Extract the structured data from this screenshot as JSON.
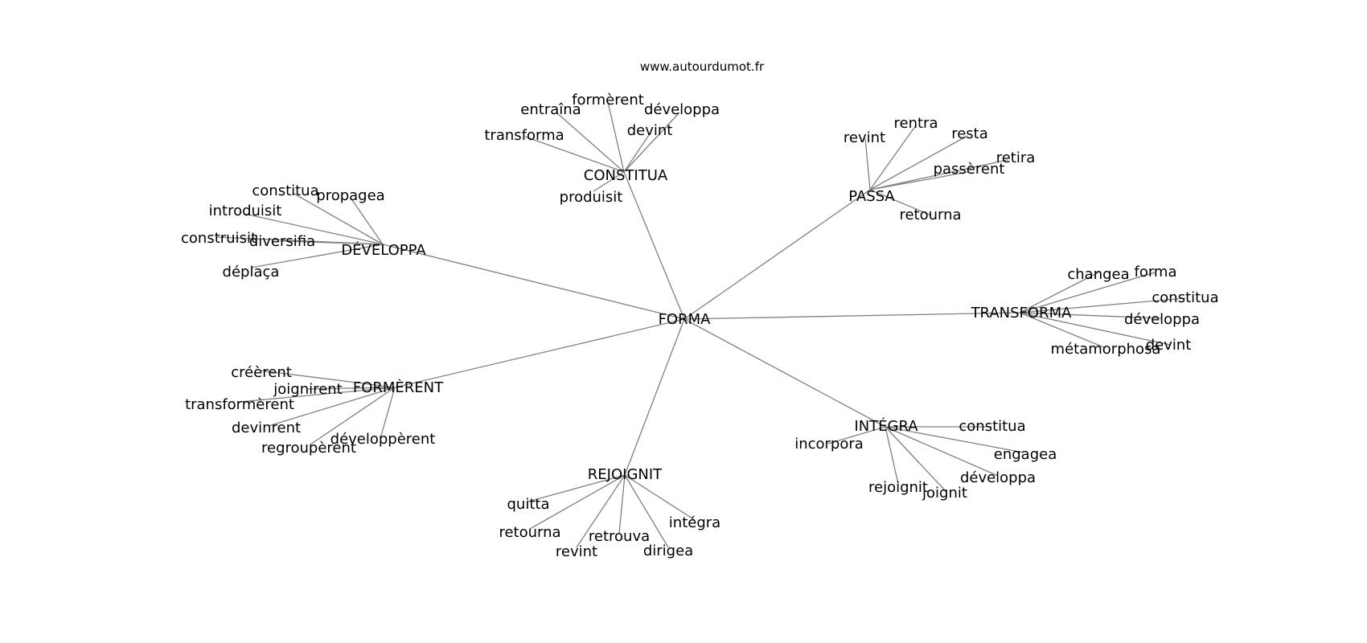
{
  "watermark": "www.autourdumot.fr",
  "center": {
    "id": "forma",
    "label": "FORMA"
  },
  "clusters": [
    {
      "id": "constitua",
      "label": "CONSTITUA",
      "leaves": [
        {
          "id": "formerent",
          "label": "formèrent"
        },
        {
          "id": "entraina",
          "label": "entraîna"
        },
        {
          "id": "developpa",
          "label": "développa"
        },
        {
          "id": "devint",
          "label": "devint"
        },
        {
          "id": "transforma",
          "label": "transforma"
        },
        {
          "id": "produisit",
          "label": "produisit"
        }
      ]
    },
    {
      "id": "passa",
      "label": "PASSA",
      "leaves": [
        {
          "id": "revint",
          "label": "revint"
        },
        {
          "id": "rentra",
          "label": "rentra"
        },
        {
          "id": "resta",
          "label": "resta"
        },
        {
          "id": "retira",
          "label": "retira"
        },
        {
          "id": "passerent",
          "label": "passèrent"
        },
        {
          "id": "retourna",
          "label": "retourna"
        }
      ]
    },
    {
      "id": "developpa",
      "label": "DÉVELOPPA",
      "leaves": [
        {
          "id": "constitua",
          "label": "constitua"
        },
        {
          "id": "propagea",
          "label": "propagea"
        },
        {
          "id": "introduisit",
          "label": "introduisit"
        },
        {
          "id": "construisit",
          "label": "construisit"
        },
        {
          "id": "diversifia",
          "label": "diversifia"
        },
        {
          "id": "deplaca",
          "label": "déplaça"
        }
      ]
    },
    {
      "id": "transforma",
      "label": "TRANSFORMA",
      "leaves": [
        {
          "id": "changea",
          "label": "changea"
        },
        {
          "id": "forma",
          "label": "forma"
        },
        {
          "id": "constitua",
          "label": "constitua"
        },
        {
          "id": "developpa",
          "label": "développa"
        },
        {
          "id": "devint",
          "label": "devint"
        },
        {
          "id": "metamorphosa",
          "label": "métamorphosa"
        }
      ]
    },
    {
      "id": "formerent",
      "label": "FORMÈRENT",
      "leaves": [
        {
          "id": "creerent",
          "label": "créèrent"
        },
        {
          "id": "joignirent",
          "label": "joignirent"
        },
        {
          "id": "transformerent",
          "label": "transformèrent"
        },
        {
          "id": "devinrent",
          "label": "devinrent"
        },
        {
          "id": "developperent",
          "label": "développèrent"
        },
        {
          "id": "regrouperent",
          "label": "regroupèrent"
        }
      ]
    },
    {
      "id": "integra",
      "label": "INTÉGRA",
      "leaves": [
        {
          "id": "constitua",
          "label": "constitua"
        },
        {
          "id": "incorpora",
          "label": "incorpora"
        },
        {
          "id": "engagea",
          "label": "engagea"
        },
        {
          "id": "developpa",
          "label": "développa"
        },
        {
          "id": "rejoignit",
          "label": "rejoignit"
        },
        {
          "id": "joignit",
          "label": "joignit"
        }
      ]
    },
    {
      "id": "rejoignit",
      "label": "REJOIGNIT",
      "leaves": [
        {
          "id": "quitta",
          "label": "quitta"
        },
        {
          "id": "retourna",
          "label": "retourna"
        },
        {
          "id": "retrouva",
          "label": "retrouva"
        },
        {
          "id": "revint",
          "label": "revint"
        },
        {
          "id": "dirigea",
          "label": "dirigea"
        },
        {
          "id": "integra",
          "label": "intégra"
        }
      ]
    }
  ]
}
